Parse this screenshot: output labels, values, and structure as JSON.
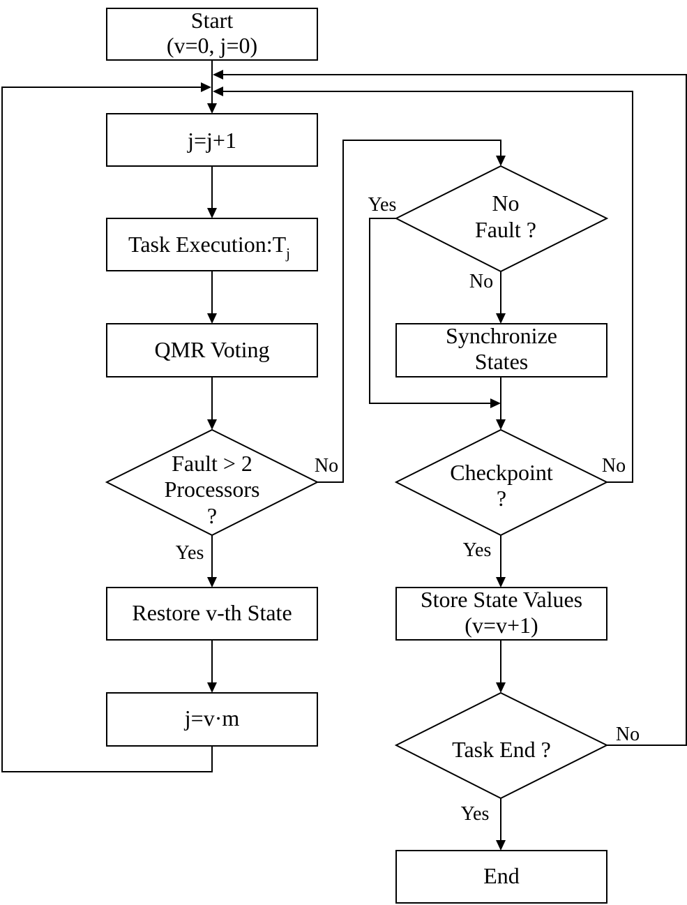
{
  "nodes": {
    "start": {
      "line1": "Start",
      "line2": "(v=0, j=0)"
    },
    "increment": {
      "label": "j=j+1"
    },
    "task_execution": {
      "label": "Task Execution:T",
      "subscript": "j"
    },
    "qmr_voting": {
      "label": "QMR Voting"
    },
    "fault_gt2": {
      "line1": "Fault > 2",
      "line2": "Processors",
      "line3": "?"
    },
    "restore": {
      "label": "Restore v-th State"
    },
    "reset_j": {
      "label": "j=v·m"
    },
    "no_fault": {
      "line1": "No",
      "line2": "Fault ?"
    },
    "synchronize": {
      "line1": "Synchronize",
      "line2": "States"
    },
    "checkpoint": {
      "line1": "Checkpoint",
      "line2": "?"
    },
    "store_state": {
      "line1": "Store State Values",
      "line2": "(v=v+1)"
    },
    "task_end": {
      "label": "Task End ?"
    },
    "end": {
      "label": "End"
    }
  },
  "edge_labels": {
    "fault_gt2_yes": "Yes",
    "fault_gt2_no": "No",
    "no_fault_yes": "Yes",
    "no_fault_no": "No",
    "checkpoint_yes": "Yes",
    "checkpoint_no": "No",
    "task_end_yes": "Yes",
    "task_end_no": "No"
  }
}
